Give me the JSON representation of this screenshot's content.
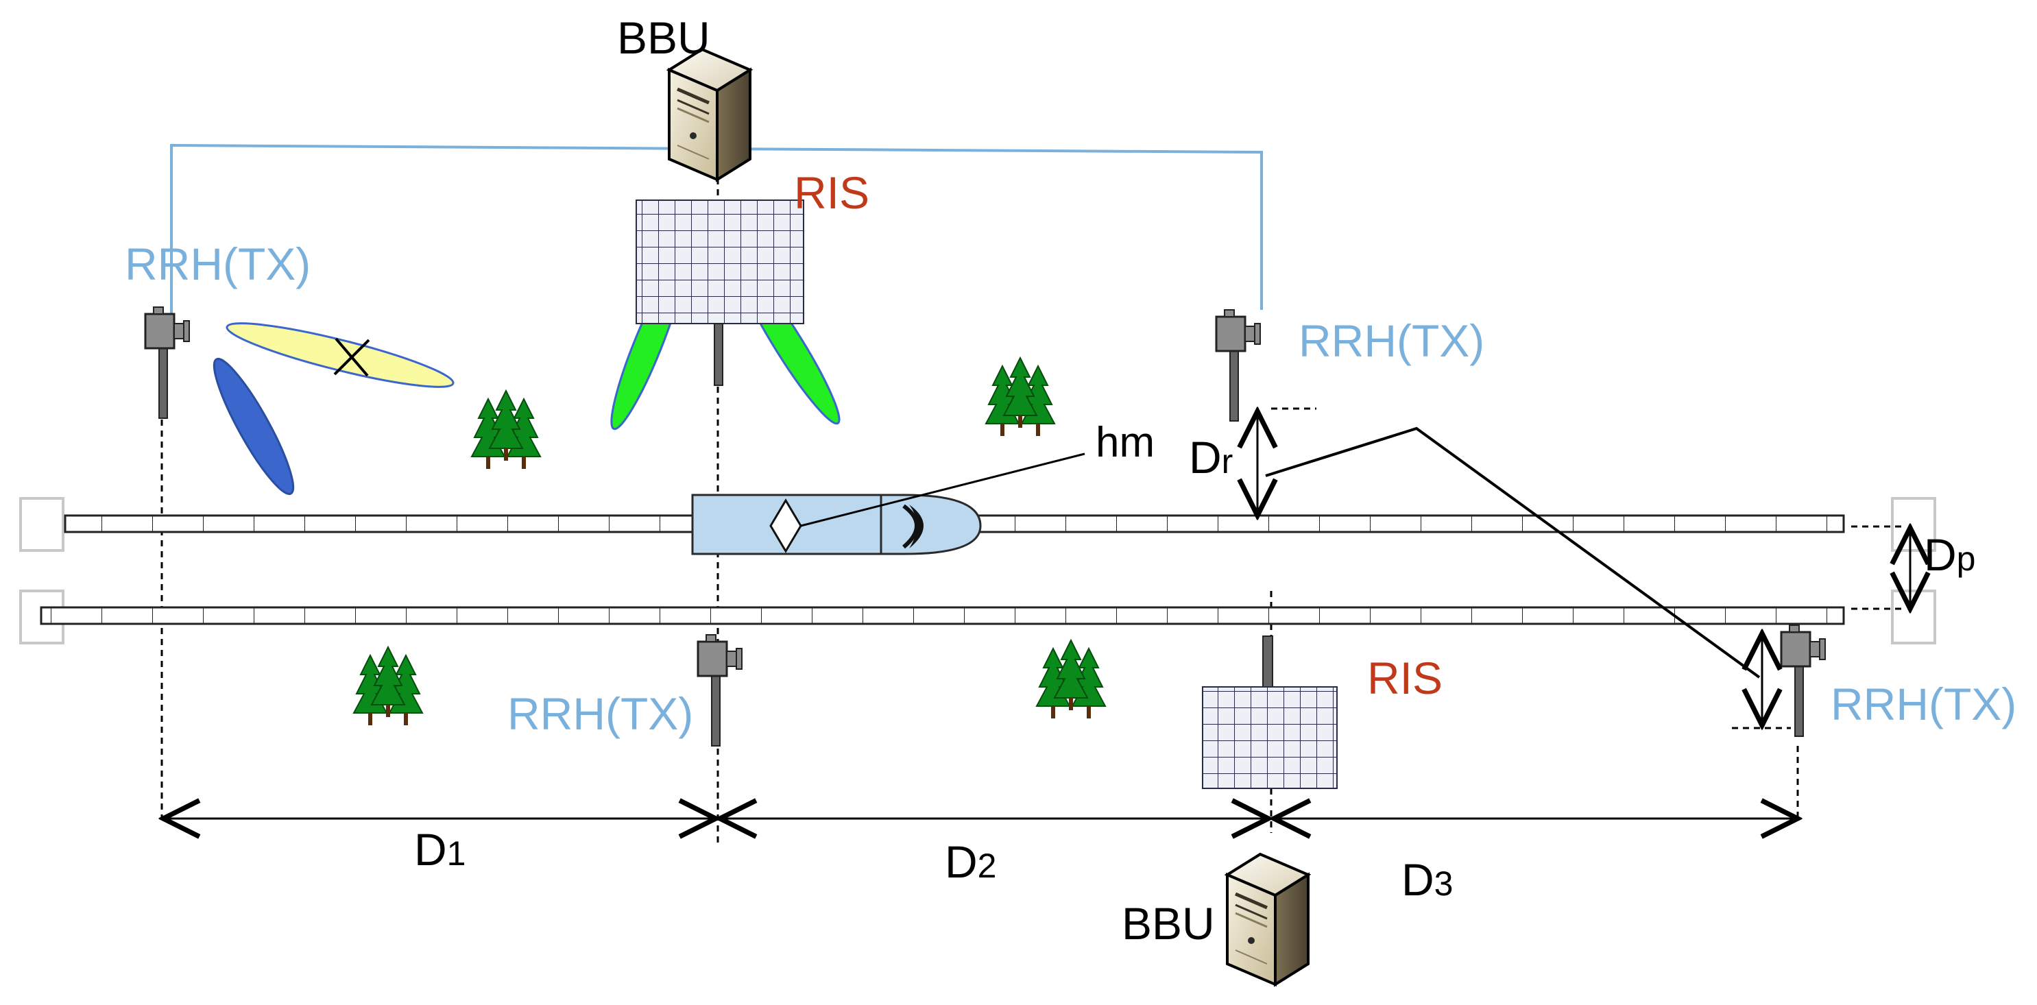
{
  "labels": {
    "bbu_top": "BBU",
    "bbu_bottom": "BBU",
    "ris_top": "RIS",
    "ris_bottom": "RIS",
    "rrh1": "RRH(TX)",
    "rrh2": "RRH(TX)",
    "rrh3": "RRH(TX)",
    "rrh4": "RRH(TX)",
    "hm": "hm",
    "dr_main": "D",
    "dr_sub": "r",
    "dp_main": "D",
    "dp_sub": "p",
    "d1_main": "D",
    "d1_sub": "1",
    "d2_main": "D",
    "d2_sub": "2",
    "d3_main": "D",
    "d3_sub": "3"
  },
  "colors": {
    "rrh_label": "#7ab0dc",
    "ris_label": "#c0391b",
    "fiber_link": "#7ab0dc",
    "beam_green": "#22ee22",
    "beam_blue": "#3b66cc",
    "beam_yellow": "#fafaa0",
    "train_body": "#bcd8ef",
    "tree": "#0a8a1a"
  },
  "icons": {
    "bbu": "server-tower-icon",
    "rrh": "radio-head-icon",
    "ris": "reflecting-surface-grid-icon",
    "tree": "pine-trees-icon",
    "train": "high-speed-train-icon"
  }
}
